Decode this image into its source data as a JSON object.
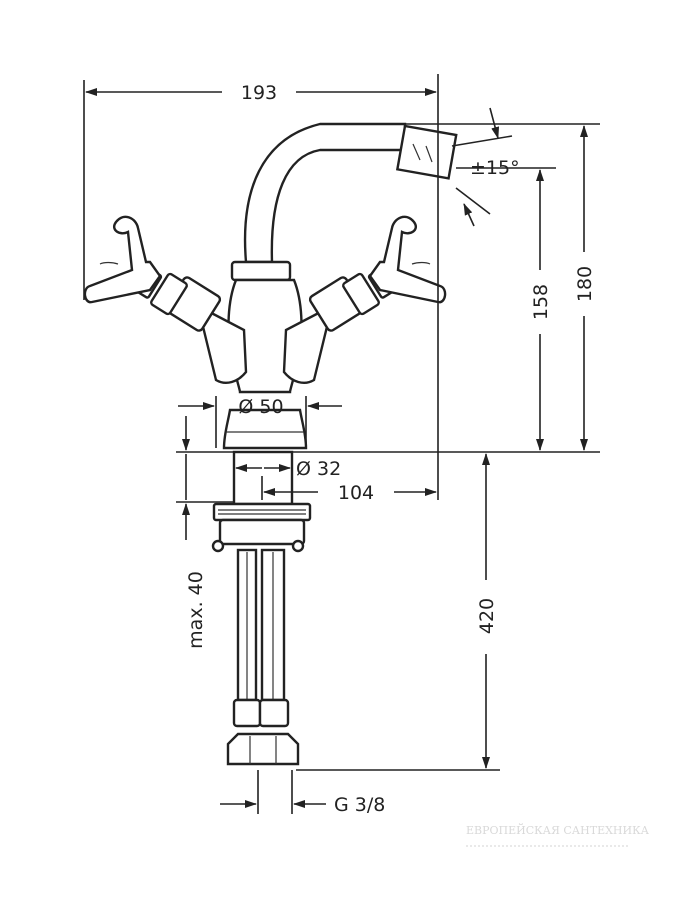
{
  "dimensions": {
    "overall_width": "193",
    "spout_angle": "±15°",
    "spout_height": "158",
    "total_height": "180",
    "base_diameter": "Ø 50",
    "hole_diameter": "Ø 32",
    "spout_reach": "104",
    "deck_thickness": "max. 40",
    "hose_length": "420",
    "connection_thread": "G 3/8"
  },
  "watermark": {
    "line1": "ЕВРОПЕЙСКАЯ САНТЕХНИКА"
  },
  "colors": {
    "line": "#222222",
    "background": "#ffffff"
  }
}
